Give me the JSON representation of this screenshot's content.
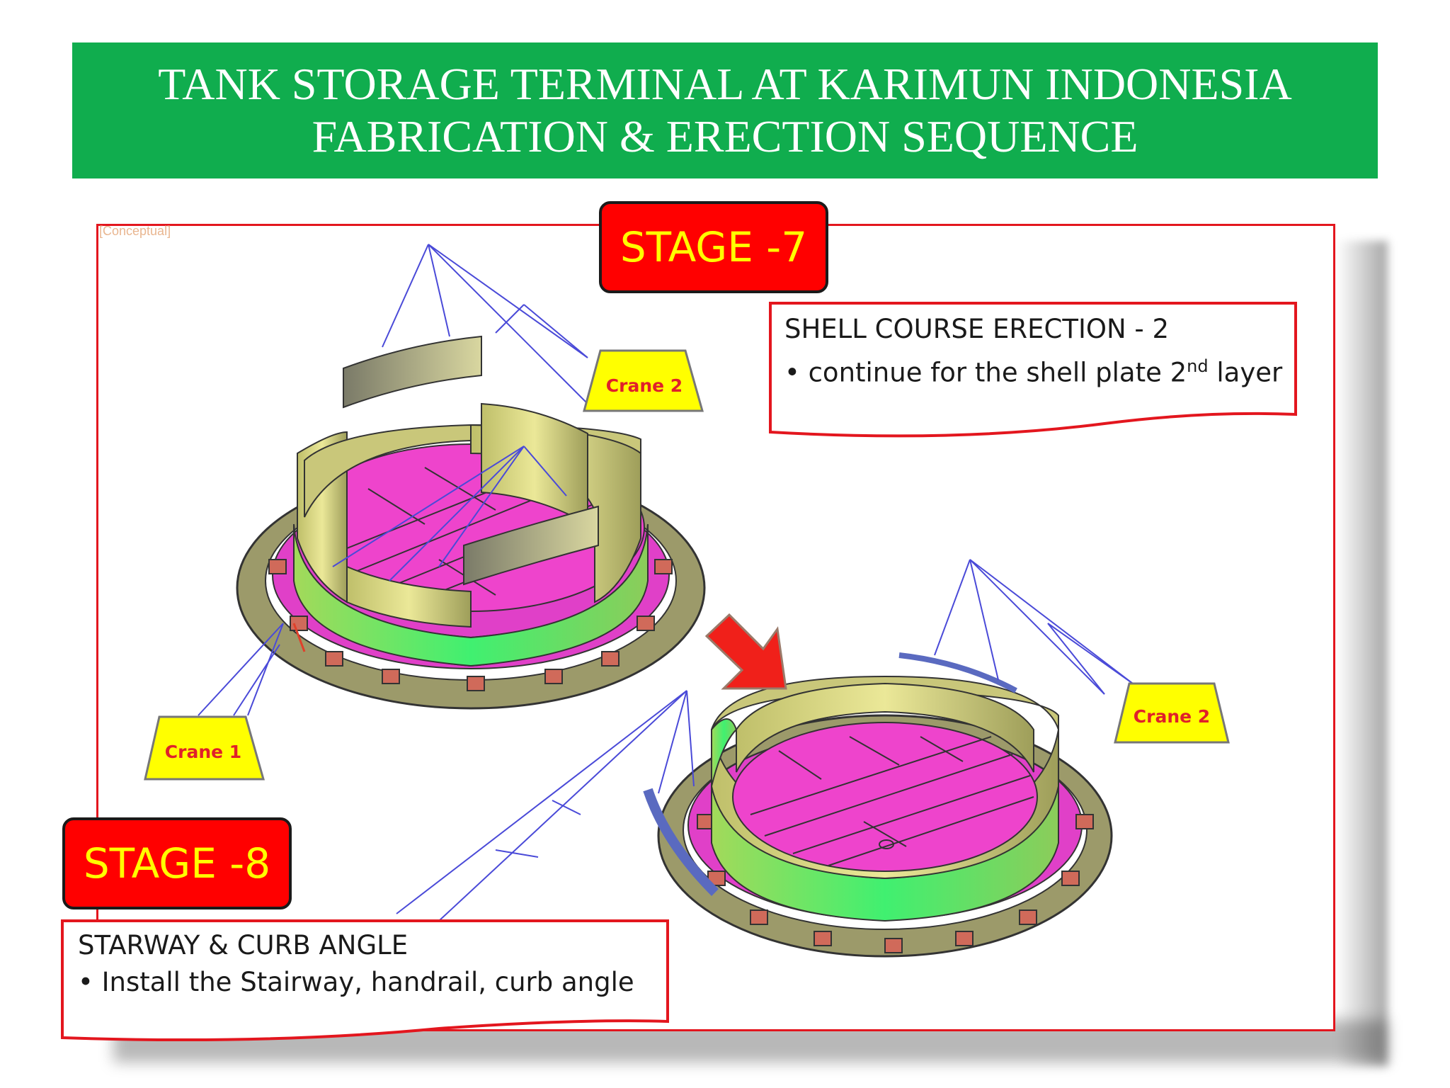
{
  "title": {
    "line1": "TANK STORAGE TERMINAL AT KARIMUN INDONESIA",
    "line2": "FABRICATION & ERECTION SEQUENCE"
  },
  "viewport_label": "[Conceptual]",
  "stage7": {
    "label": "STAGE -7",
    "note_title": "SHELL COURSE ERECTION - 2",
    "note_bullet_prefix": "• continue for the shell plate 2",
    "note_bullet_sup": "nd",
    "note_bullet_suffix": " layer"
  },
  "stage8": {
    "label": "STAGE -8",
    "note_title": "STARWAY  & CURB ANGLE",
    "note_bullet": "•  Install the Stairway, handrail, curb angle"
  },
  "cranes": {
    "crane1": "Crane 1",
    "crane2_top": "Crane 2",
    "crane2_bottom": "Crane 2"
  },
  "colors": {
    "title_bg": "#10ad4e",
    "stage_badge": "#ff0000",
    "stage_text": "#ffff00",
    "crane_pad": "#ffff00",
    "tank_floor": "#ee44cc",
    "shell_plate": "#d9d77a",
    "base_ring": "#9c9a6a"
  }
}
